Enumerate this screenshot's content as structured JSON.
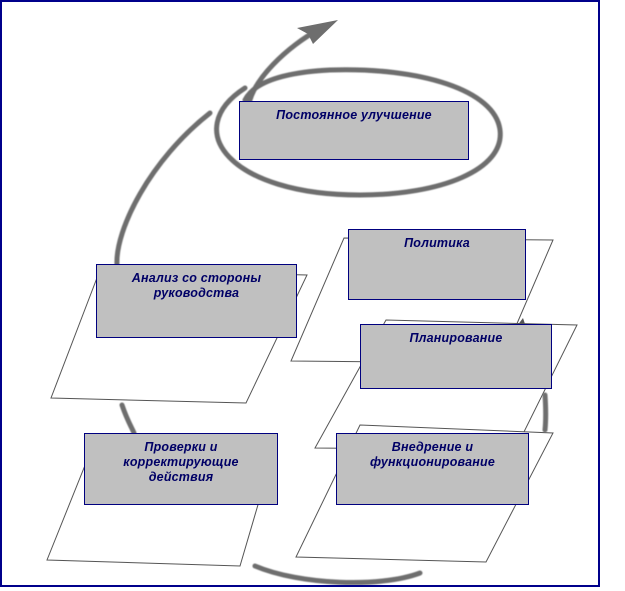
{
  "diagram": {
    "title": "Continuous improvement cycle",
    "colors": {
      "frame": "#00008b",
      "box_fill": "#c0c0c0",
      "box_border": "#00007f",
      "text": "#000066",
      "arrow": "#6e6e6e",
      "plane_stroke": "#555555"
    },
    "boxes": {
      "continuous_improvement": {
        "lines": [
          "Постоянное улучшение"
        ]
      },
      "policy": {
        "lines": [
          "Политика"
        ]
      },
      "planning": {
        "lines": [
          "Планирование"
        ]
      },
      "implementation": {
        "lines": [
          "Внедрение и",
          "функционирование"
        ]
      },
      "checking": {
        "lines": [
          "Проверки и",
          "корректирующие",
          "действия"
        ]
      },
      "management_review": {
        "lines": [
          "Анализ со стороны",
          "руководства"
        ]
      }
    },
    "flow": [
      "Политика",
      "Планирование",
      "Внедрение и функционирование",
      "Проверки и корректирующие действия",
      "Анализ со стороны руководства",
      "Постоянное улучшение"
    ]
  }
}
